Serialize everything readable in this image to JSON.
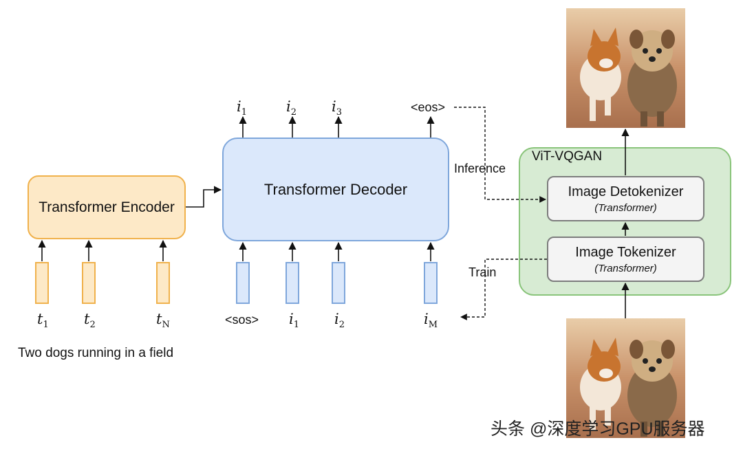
{
  "encoder": {
    "label": "Transformer Encoder"
  },
  "decoder": {
    "label": "Transformer Decoder"
  },
  "vqgan": {
    "title": "ViT-VQGAN",
    "detokenizer": {
      "label": "Image Detokenizer",
      "sub": "(Transformer)"
    },
    "tokenizer": {
      "label": "Image Tokenizer",
      "sub": "(Transformer)"
    }
  },
  "encoder_inputs": [
    {
      "base": "t",
      "sub": "1"
    },
    {
      "base": "t",
      "sub": "2"
    },
    {
      "base": "t",
      "sub": "N"
    }
  ],
  "decoder_inputs": [
    {
      "text": "<sos>"
    },
    {
      "base": "i",
      "sub": "1"
    },
    {
      "base": "i",
      "sub": "2"
    },
    {
      "base": "i",
      "sub": "M"
    }
  ],
  "decoder_outputs": [
    {
      "base": "i",
      "sub": "1"
    },
    {
      "base": "i",
      "sub": "2"
    },
    {
      "base": "i",
      "sub": "3"
    },
    {
      "text": "<eos>"
    }
  ],
  "labels": {
    "inference": "Inference",
    "train": "Train"
  },
  "caption": "Two dogs running in a field",
  "watermark": "头条 @深度学习GPU服务器",
  "colors": {
    "encoder_fill": "#fde9c7",
    "encoder_border": "#f0b14b",
    "decoder_fill": "#dbe8fb",
    "decoder_border": "#7ea6db",
    "vqgan_fill": "#d7ebd3",
    "vqgan_border": "#89c47a"
  }
}
